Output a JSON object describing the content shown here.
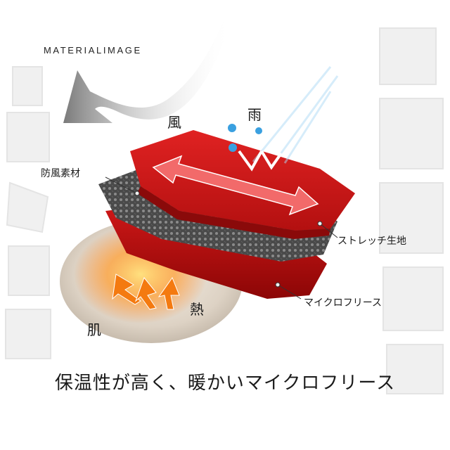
{
  "title": "MATERIALIMAGE",
  "labels": {
    "wind": "風",
    "rain": "雨",
    "windproof": "防風素材",
    "stretch": "ストレッチ生地",
    "microfleece": "マイクロフリース",
    "heat": "熱",
    "skin": "肌"
  },
  "headline": "保温性が高く、暖かいマイクロフリース",
  "colors": {
    "red": "#cc1a1a",
    "dark_red": "#8a0a0a",
    "grey_mesh": "#555555",
    "heat_orange": "#f07a10",
    "rain_blue": "#4aa8e0"
  },
  "icons": [
    "wind-arrow-icon",
    "raindrop-icon",
    "double-arrow-icon",
    "heat-arrow-icon"
  ]
}
